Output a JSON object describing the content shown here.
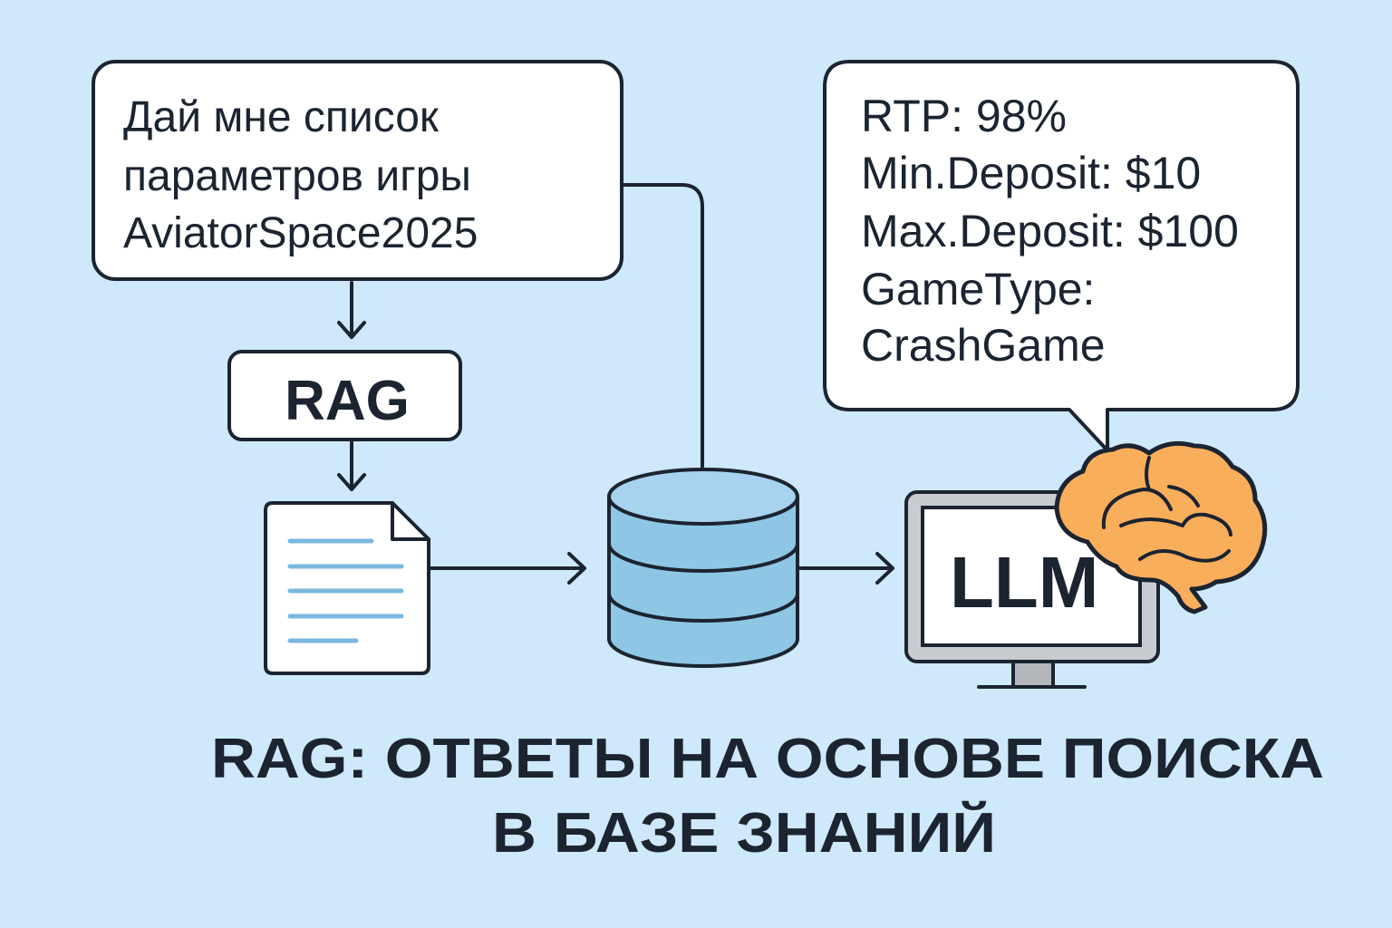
{
  "query": {
    "lines": [
      "Дай мне список",
      "параметров игры",
      "AviatorSpace2025"
    ]
  },
  "rag_box": {
    "label": "RAG"
  },
  "llm": {
    "label": "LLM"
  },
  "response": {
    "lines": [
      "RTP: 98%",
      "Min.Deposit: $10",
      "Max.Deposit: $100",
      "GameType:",
      "CrashGame"
    ]
  },
  "title": {
    "line1": "RAG: ОТВЕТЫ НА ОСНОВЕ ПОИСКА",
    "line2": "В БАЗЕ ЗНАНИЙ"
  },
  "colors": {
    "background": "#cde9fb",
    "stroke": "#1b2430",
    "database": "#8ec6e6",
    "doc_lines": "#7ab8e0",
    "brain": "#f9ae5c",
    "monitor": "#c8ccd1"
  }
}
